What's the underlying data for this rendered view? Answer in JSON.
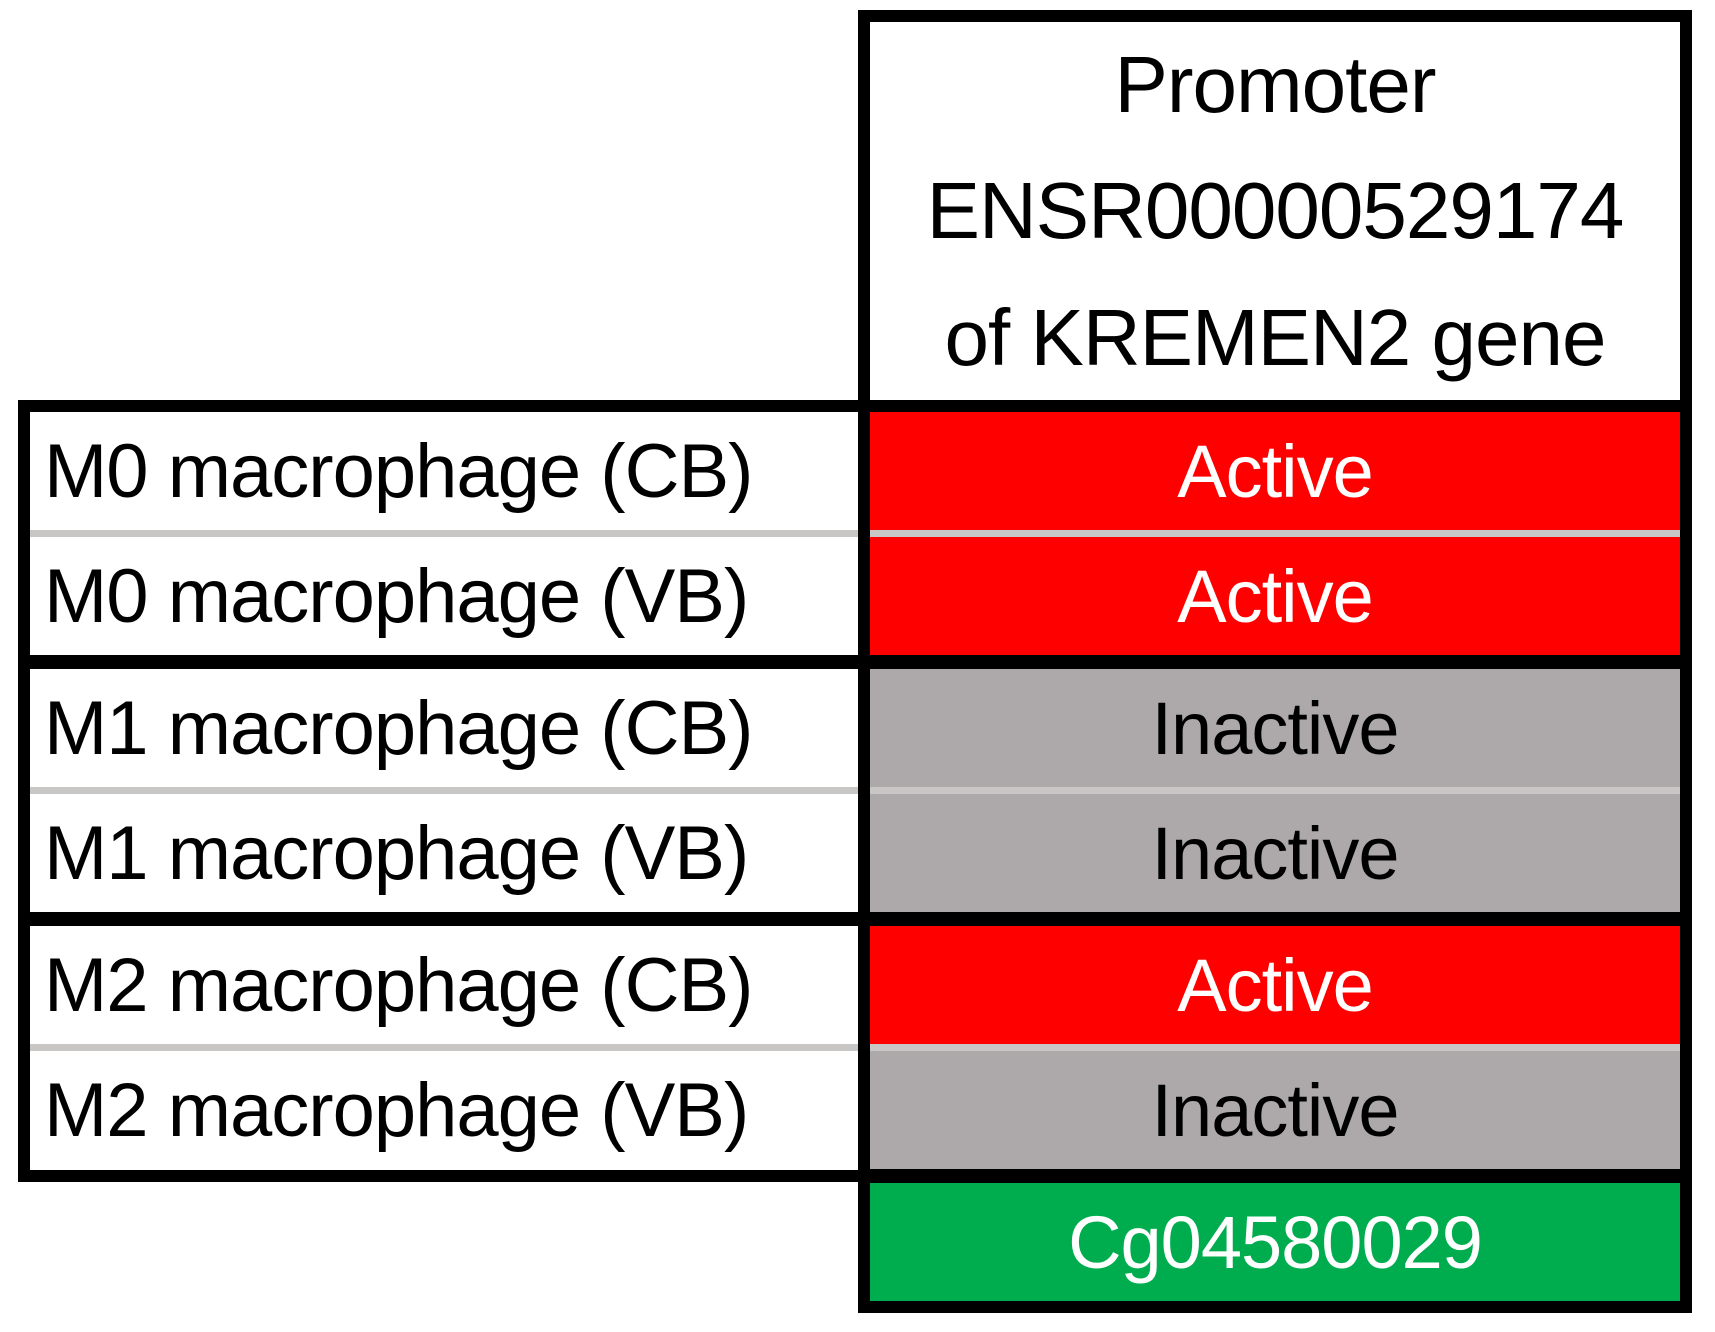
{
  "table": {
    "header": {
      "lines": [
        "Promoter",
        "ENSR00000529174",
        "of KREMEN2 gene"
      ]
    },
    "rows": [
      {
        "label": "M0 macrophage (CB)",
        "status": "Active",
        "status_bg": "#ff0000",
        "status_fg": "#ffffff"
      },
      {
        "label": "M0 macrophage (VB)",
        "status": "Active",
        "status_bg": "#ff0000",
        "status_fg": "#ffffff"
      },
      {
        "label": "M1 macrophage (CB)",
        "status": "Inactive",
        "status_bg": "#ada9aa",
        "status_fg": "#000000"
      },
      {
        "label": "M1 macrophage (VB)",
        "status": "Inactive",
        "status_bg": "#ada9aa",
        "status_fg": "#000000"
      },
      {
        "label": "M2 macrophage (CB)",
        "status": "Active",
        "status_bg": "#ff0000",
        "status_fg": "#ffffff"
      },
      {
        "label": "M2 macrophage (VB)",
        "status": "Inactive",
        "status_bg": "#ada9aa",
        "status_fg": "#000000"
      }
    ],
    "footer": {
      "probe_id": "Cg04580029",
      "bg": "#00ad4e",
      "fg": "#ffffff"
    },
    "colors": {
      "active_bg": "#ff0000",
      "inactive_bg": "#ada9aa",
      "probe_bg": "#00ad4e",
      "border": "#000000",
      "thin_divider": "#c9c6c6"
    }
  }
}
